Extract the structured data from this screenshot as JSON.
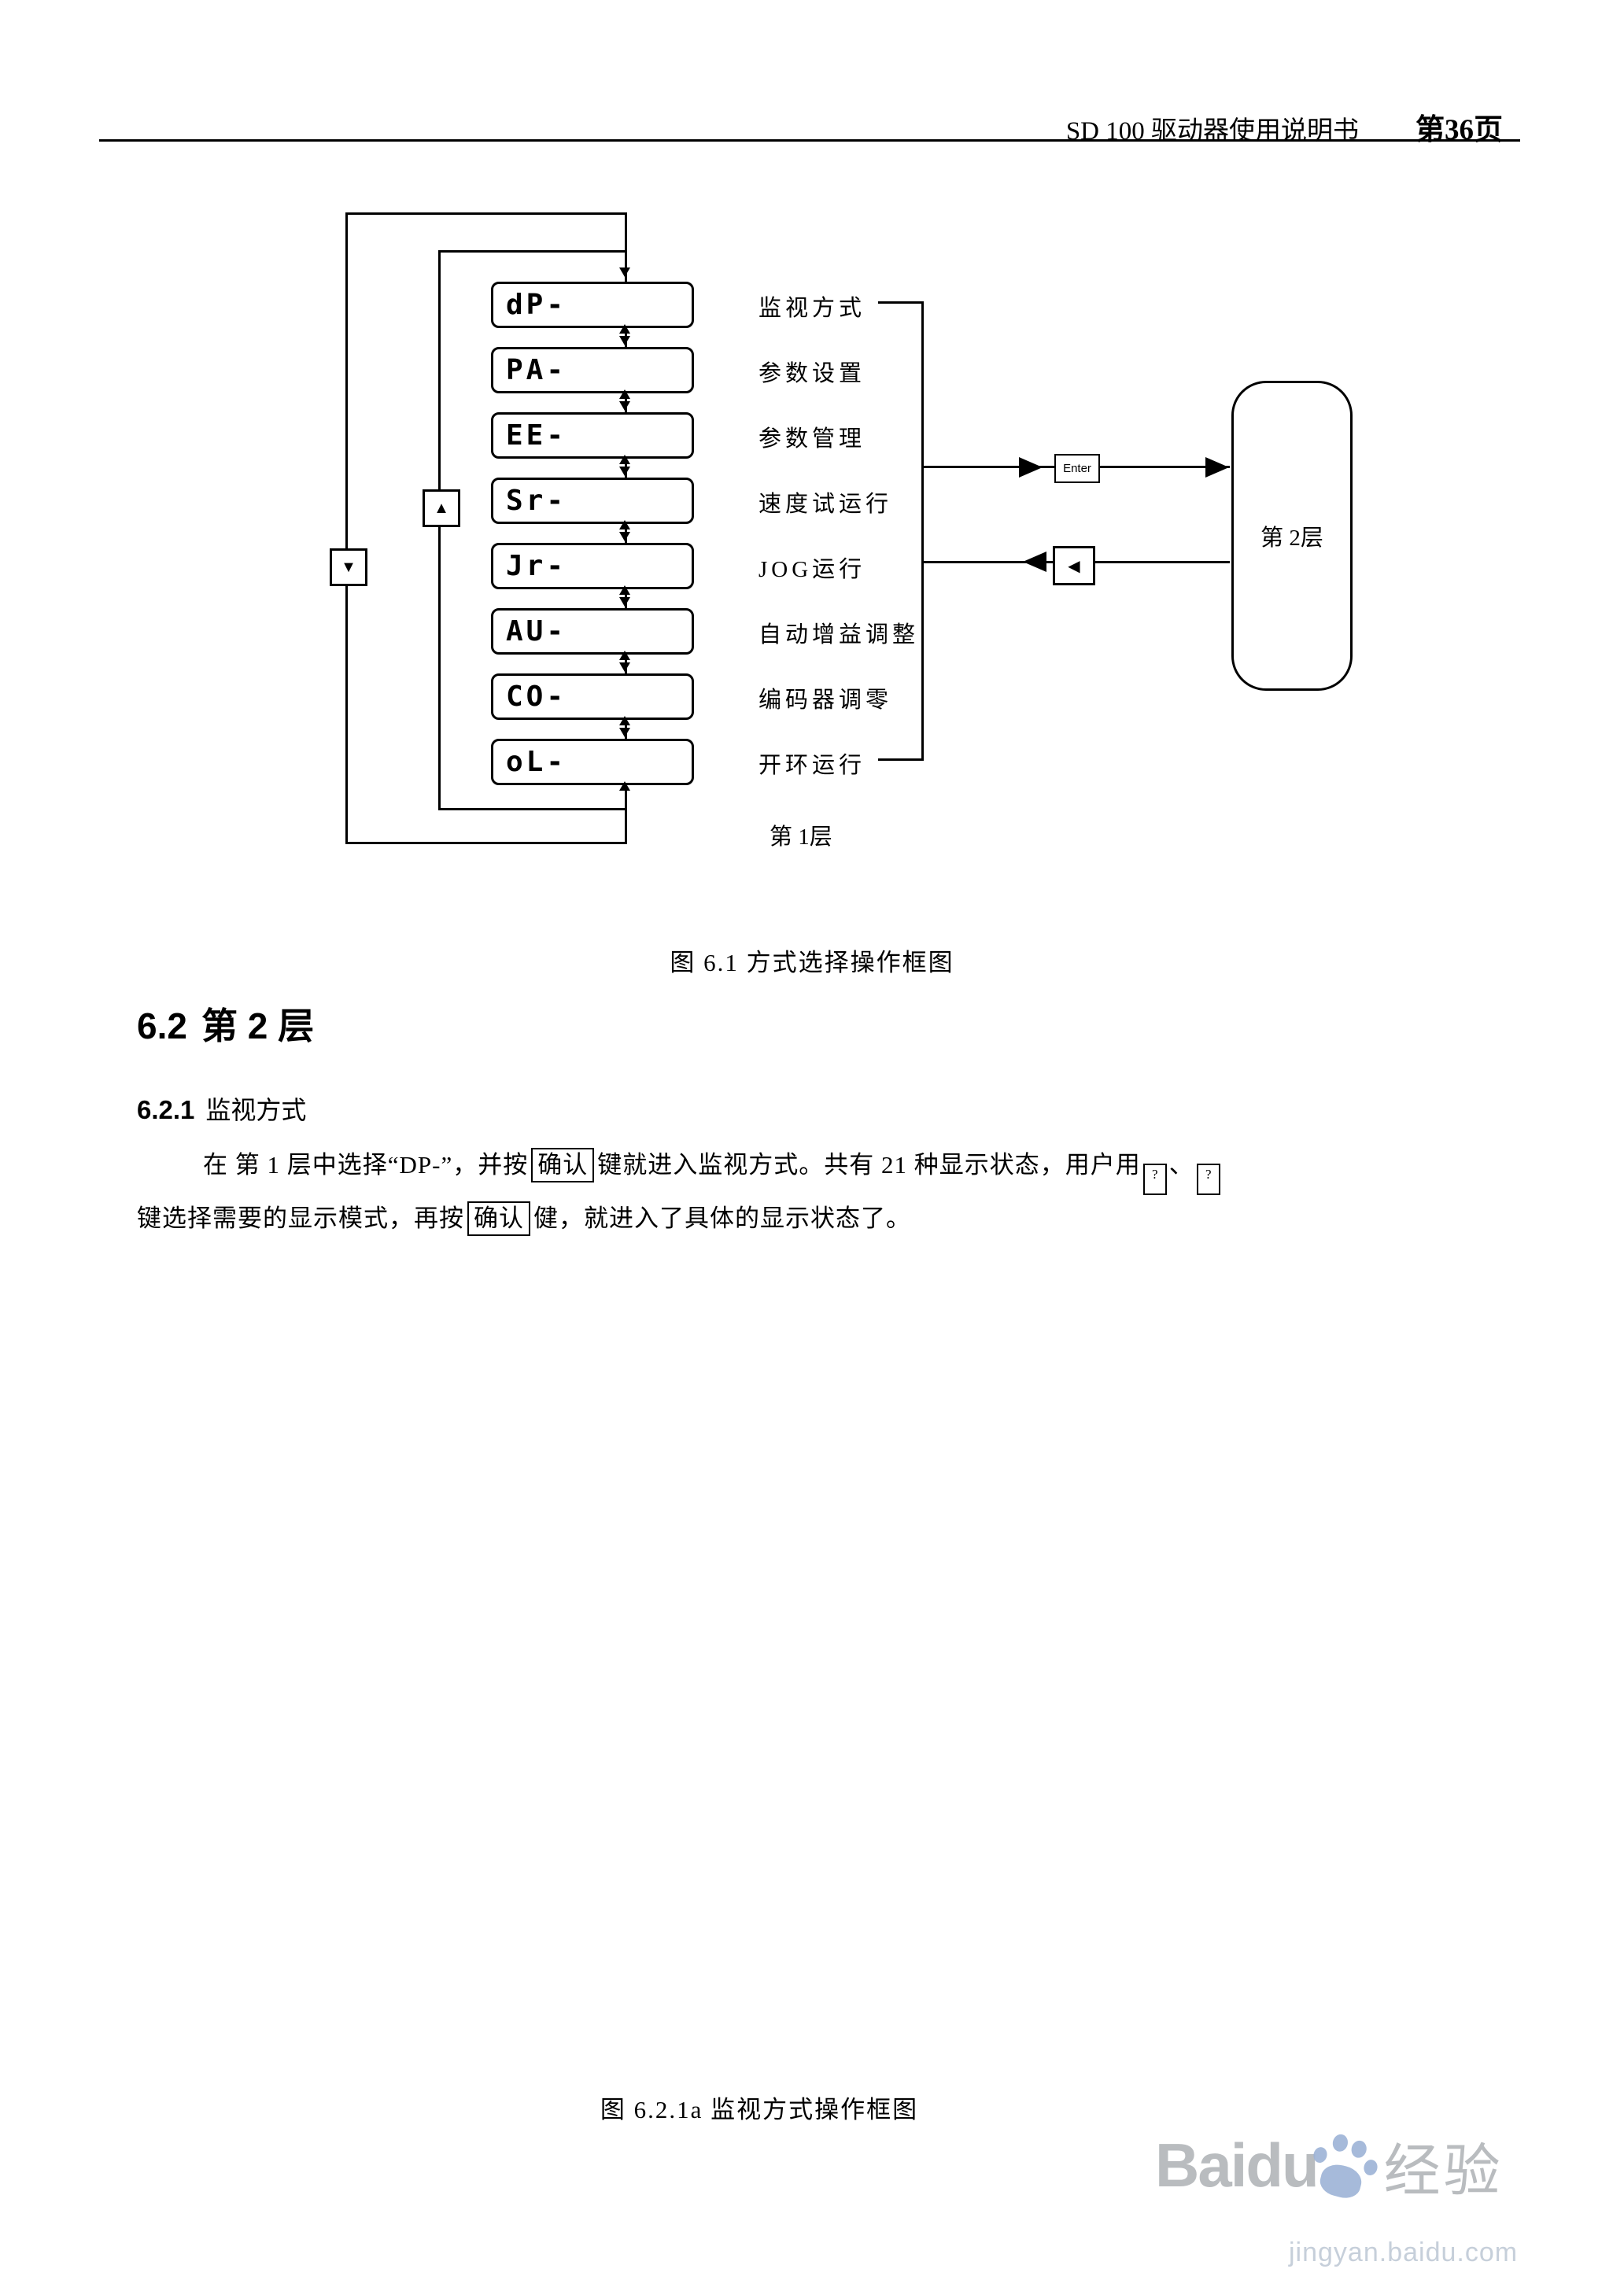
{
  "header": {
    "title": "SD 100 驱动器使用说明书",
    "page_number": "第36页"
  },
  "figure1": {
    "rows": [
      {
        "led": "dP-",
        "label": "监视方式"
      },
      {
        "led": "PA-",
        "label": "参数设置"
      },
      {
        "led": "EE-",
        "label": "参数管理"
      },
      {
        "led": "Sr-",
        "label": "速度试运行"
      },
      {
        "led": "Jr-",
        "label": "JOG运行"
      },
      {
        "led": "AU-",
        "label": "自动增益调整"
      },
      {
        "led": "CO-",
        "label": "编码器调零"
      },
      {
        "led": "oL-",
        "label": "开环运行"
      }
    ],
    "up_glyph": "▲",
    "down_glyph": "▼",
    "back_glyph": "◀",
    "enter_label": "Enter",
    "level1": "第 1层",
    "level2": "第 2层",
    "caption": "图 6.1 方式选择操作框图"
  },
  "section": {
    "h2_num": "6.2",
    "h2_text": "第 2 层",
    "h3_num": "6.2.1",
    "h3_text": "监视方式",
    "p1a": "在 第 1 层中选择“DP-”，并按",
    "key1": "确认",
    "p1b": "键就进入监视方式。共有 21 种显示状态，用户用",
    "q1": "?",
    "sep": "、",
    "q2": "?",
    "p2a": "键选择需要的显示模式，再按",
    "key2": "确认",
    "p2b": "健，就进入了具体的显示状态了。"
  },
  "figure2": {
    "caption": "图 6.2.1a  监视方式操作框图"
  },
  "watermark": {
    "brand": "Baidu",
    "suffix": "经验",
    "url": "jingyan.baidu.com"
  }
}
